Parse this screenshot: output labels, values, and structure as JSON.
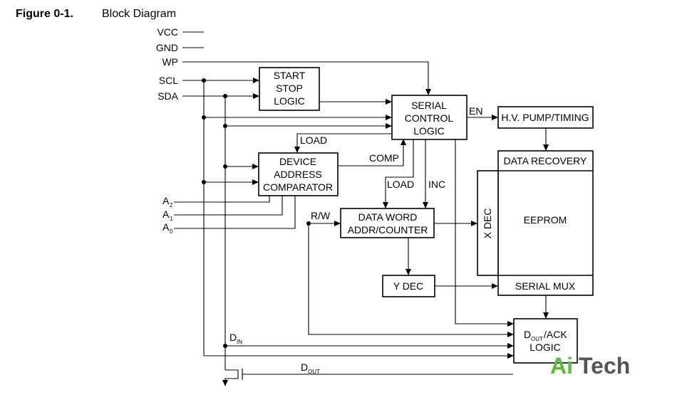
{
  "figure": {
    "number": "Figure 0-1.",
    "title": "Block Diagram"
  },
  "pins": {
    "vcc": "VCC",
    "gnd": "GND",
    "wp": "WP",
    "scl": "SCL",
    "sda": "SDA"
  },
  "addr_pins": {
    "a2": "A",
    "a2_sub": "2",
    "a1": "A",
    "a1_sub": "1",
    "a0": "A",
    "a0_sub": "0"
  },
  "blocks": {
    "start_stop": [
      "START",
      "STOP",
      "LOGIC"
    ],
    "serial_control": [
      "SERIAL",
      "CONTROL",
      "LOGIC"
    ],
    "device_address": [
      "DEVICE",
      "ADDRESS",
      "COMPARATOR"
    ],
    "data_word": [
      "DATA WORD",
      "ADDR/COUNTER"
    ],
    "hv_pump": "H.V. PUMP/TIMING",
    "data_recovery": "DATA RECOVERY",
    "eeprom": "EEPROM",
    "x_dec": "X DEC",
    "serial_mux": "SERIAL MUX",
    "y_dec": "Y DEC",
    "dout_ack": {
      "d": "D",
      "sub": "OUT",
      "rest": "/ACK",
      "line2": "LOGIC"
    }
  },
  "signals": {
    "en": "EN",
    "load_top": "LOAD",
    "comp": "COMP",
    "load_mid": "LOAD",
    "inc": "INC",
    "rw": "R/W",
    "din": "D",
    "din_sub": "IN",
    "dout": "D",
    "dout_sub": "OUT"
  },
  "logo": {
    "ai": "Ai",
    "tech": "Tech"
  }
}
